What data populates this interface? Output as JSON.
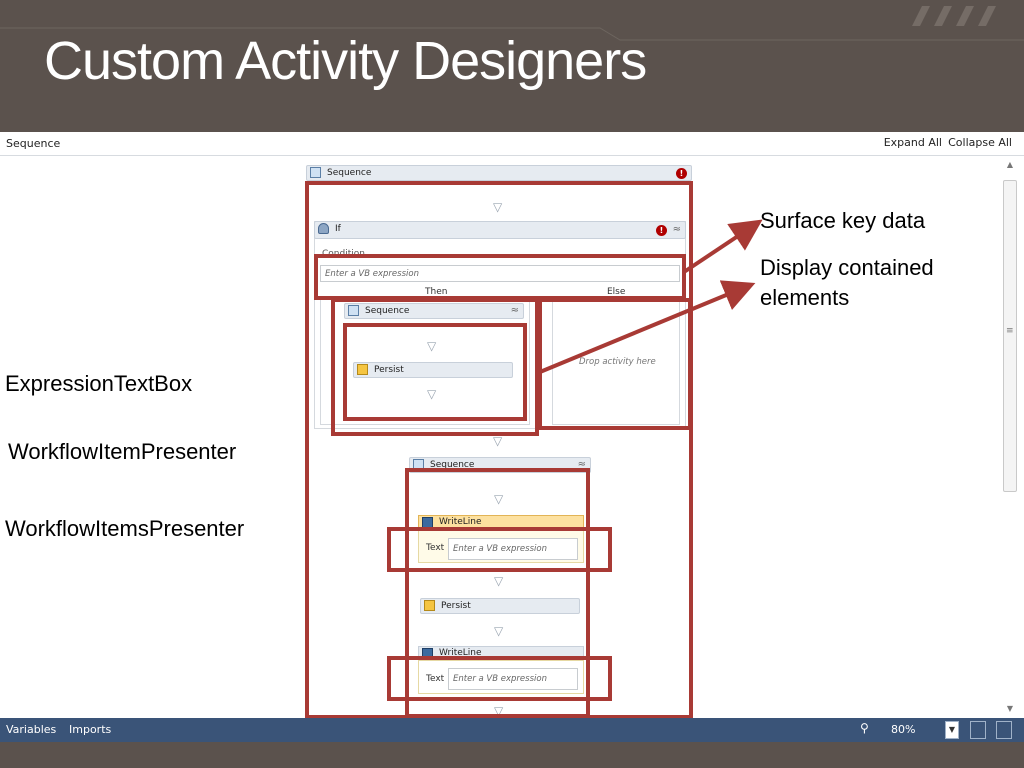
{
  "slide": {
    "title": "Custom Activity Designers"
  },
  "designer": {
    "breadcrumb": "Sequence",
    "expand_all": "Expand All",
    "collapse_all": "Collapse All",
    "scroll_grip": "≡"
  },
  "workflow": {
    "outer_sequence": {
      "title": "Sequence",
      "error": "!"
    },
    "if_activity": {
      "title": "If",
      "error": "!",
      "condition_label": "Condition",
      "condition_placeholder": "Enter a VB expression",
      "then_label": "Then",
      "else_label": "Else",
      "then_sequence": {
        "title": "Sequence",
        "child": "Persist"
      },
      "else_drop": "Drop activity here"
    },
    "inner_sequence": {
      "title": "Sequence",
      "writeline_1": {
        "title": "WriteLine",
        "text_label": "Text",
        "placeholder": "Enter a VB expression"
      },
      "persist": "Persist",
      "writeline_2": {
        "title": "WriteLine",
        "text_label": "Text",
        "placeholder": "Enter a VB expression"
      }
    },
    "drop_glyph": "▽",
    "collapse_glyph": "≈"
  },
  "callouts": {
    "surface_key_data": "Surface key data",
    "display_contained": "Display contained",
    "display_contained_2": "elements",
    "expression_textbox": "ExpressionTextBox",
    "workflow_item_presenter": "WorkflowItemPresenter",
    "workflow_items_presenter": "WorkflowItemsPresenter"
  },
  "status_bar": {
    "variables": "Variables",
    "imports": "Imports",
    "zoom": "80%",
    "zoom_icon": "search-icon",
    "zoom_icon_glyph": "⚲"
  },
  "colors": {
    "slide_bg": "#5b524d",
    "annotation_red": "#a83a35",
    "status_bar": "#3a5478"
  }
}
